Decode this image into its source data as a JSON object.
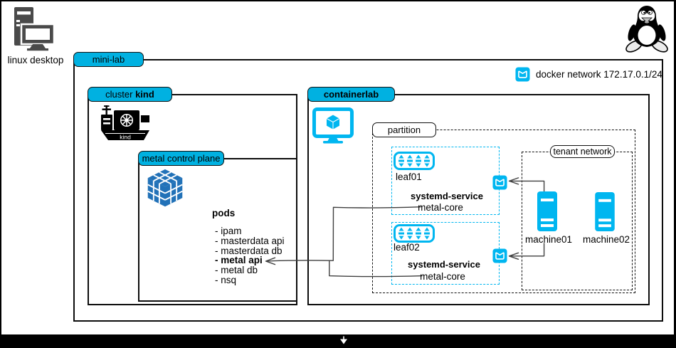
{
  "colors": {
    "accent_fill": "#00b1e1",
    "icon_cyan": "#00b6f0",
    "cube_blue": "#2272b8",
    "arrow_line": "#3f3f3f"
  },
  "desktop": {
    "label": "linux desktop"
  },
  "mini_lab": {
    "label": "mini-lab"
  },
  "docker_network": {
    "label": "docker network 172.17.0.1/24"
  },
  "cluster": {
    "label_prefix": "cluster ",
    "label_name": "kind",
    "ship_label": "kind"
  },
  "metal_control_plane": {
    "label": "metal control plane",
    "pods_title": "pods",
    "pods": [
      "- ipam",
      "- masterdata api",
      "- masterdata db",
      "- metal api",
      "- metal db",
      "- nsq"
    ]
  },
  "containerlab": {
    "label": "containerlab"
  },
  "partition": {
    "label": "partition"
  },
  "leaves": [
    {
      "name": "leaf01",
      "service_title": "systemd-service",
      "service_name": "metal-core"
    },
    {
      "name": "leaf02",
      "service_title": "systemd-service",
      "service_name": "metal-core"
    }
  ],
  "tenant_network": {
    "label": "tenant network"
  },
  "machines": [
    {
      "label": "machine01"
    },
    {
      "label": "machine02"
    }
  ]
}
